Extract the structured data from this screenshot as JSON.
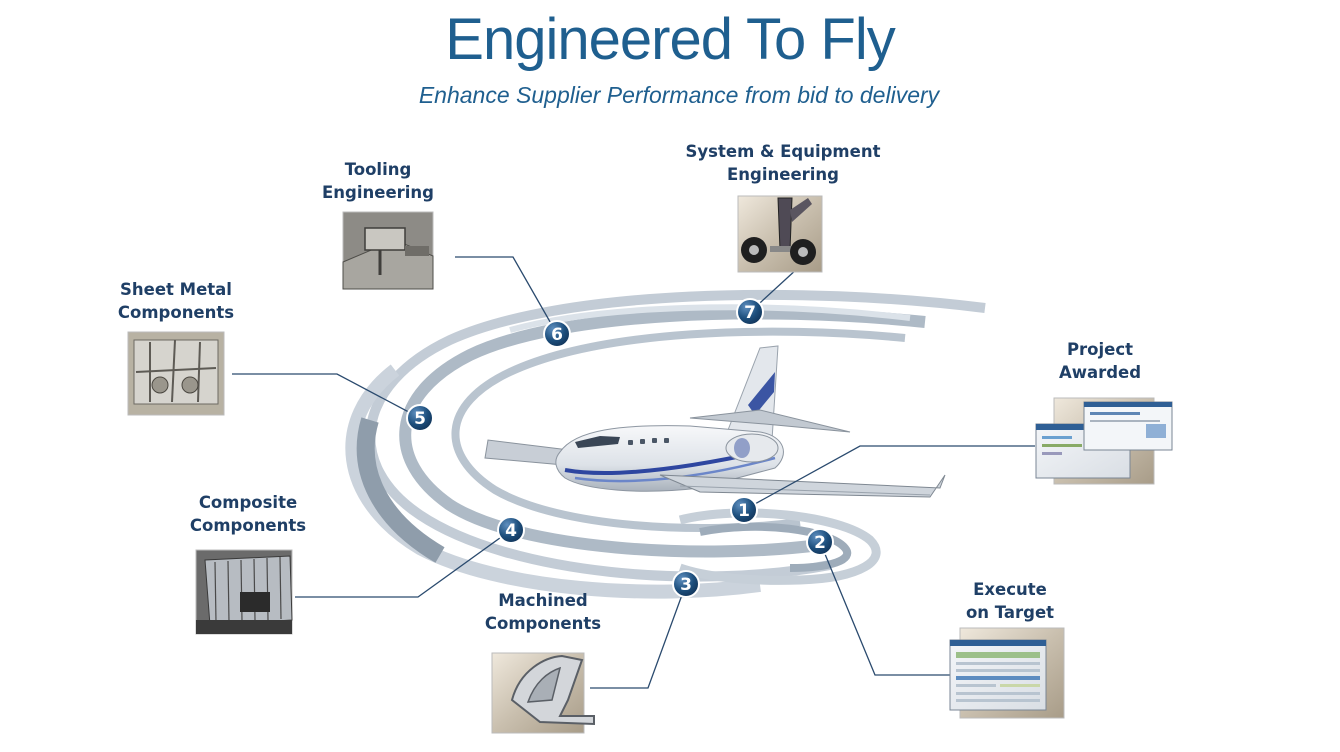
{
  "header": {
    "title": "Engineered To Fly",
    "subtitle": "Enhance Supplier Performance from bid to delivery"
  },
  "steps": [
    {
      "number": "1",
      "label_lines": [
        "Project",
        "Awarded"
      ]
    },
    {
      "number": "2",
      "label_lines": [
        "Execute",
        "on Target"
      ]
    },
    {
      "number": "3",
      "label_lines": [
        "Machined",
        "Components"
      ]
    },
    {
      "number": "4",
      "label_lines": [
        "Composite",
        "Components"
      ]
    },
    {
      "number": "5",
      "label_lines": [
        "Sheet Metal",
        "Components"
      ]
    },
    {
      "number": "6",
      "label_lines": [
        "Tooling",
        "Engineering"
      ]
    },
    {
      "number": "7",
      "label_lines": [
        "System & Equipment",
        "Engineering"
      ]
    }
  ],
  "colors": {
    "title": "#1f5f8f",
    "label": "#1f3f66",
    "badge": "#1d4f7d",
    "connector": "#2a4a6e",
    "ring": "#b7c3cf"
  },
  "icons": {
    "center": "business-jet-illustration"
  }
}
